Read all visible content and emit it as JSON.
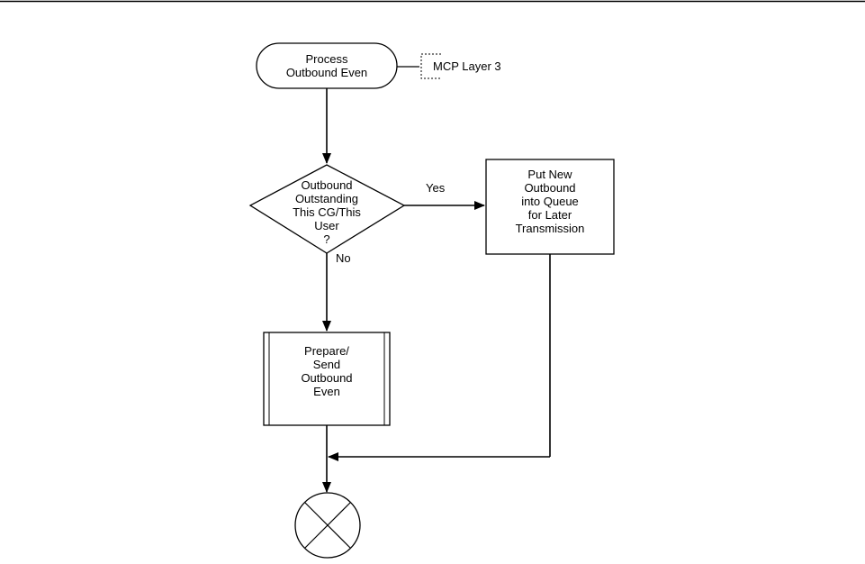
{
  "diagram": {
    "start": {
      "text": "Process\nOutbound Even"
    },
    "annotation": {
      "text": "MCP Layer 3"
    },
    "decision": {
      "text": "Outbound\nOutstanding\nThis CG/This\nUser\n?"
    },
    "queue": {
      "text": "Put New\nOutbound\ninto Queue\nfor Later\nTransmission"
    },
    "process": {
      "text": "Prepare/\nSend\nOutbound\nEven"
    },
    "yes_label": "Yes",
    "no_label": "No",
    "connector_icon": "circled-x-icon"
  }
}
